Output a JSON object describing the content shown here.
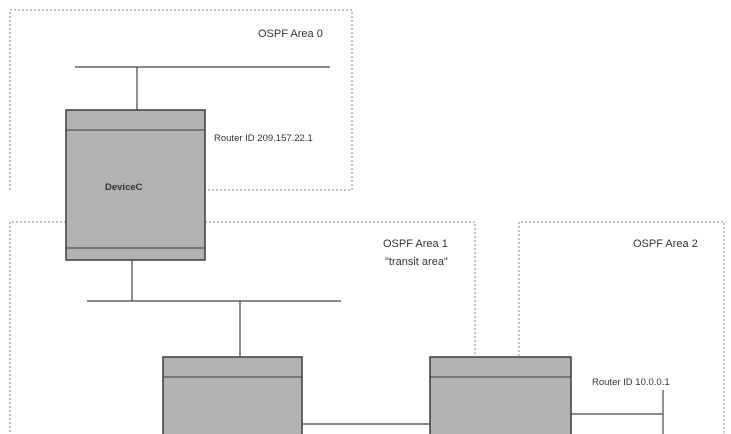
{
  "areas": {
    "area0": {
      "title": "OSPF Area 0"
    },
    "area1": {
      "title": "OSPF Area 1",
      "subtitle": "\"transit area\""
    },
    "area2": {
      "title": "OSPF Area 2"
    }
  },
  "routers": {
    "device_c": {
      "name": "DeviceC",
      "router_id": "Router ID 209.157.22.1"
    },
    "area2_router": {
      "router_id": "Router ID 10.0.0.1"
    }
  }
}
